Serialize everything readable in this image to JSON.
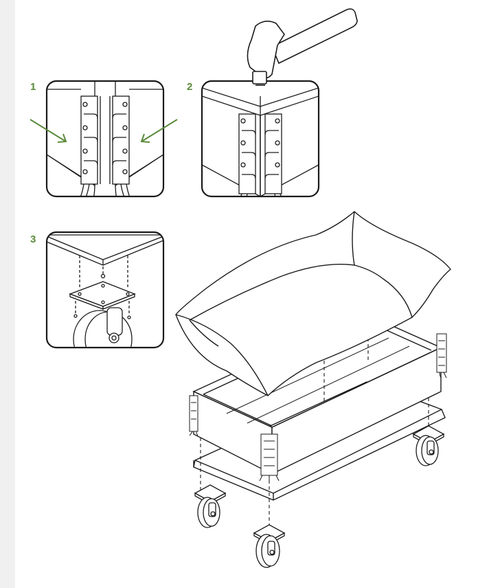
{
  "steps": [
    {
      "number": "1"
    },
    {
      "number": "2"
    },
    {
      "number": "3"
    }
  ],
  "colors": {
    "step_number": "#5a8a3a",
    "arrow": "#5a8a3a",
    "line": "#1a1a1a",
    "background": "#ffffff",
    "side_strip": "#f0f0f0"
  }
}
